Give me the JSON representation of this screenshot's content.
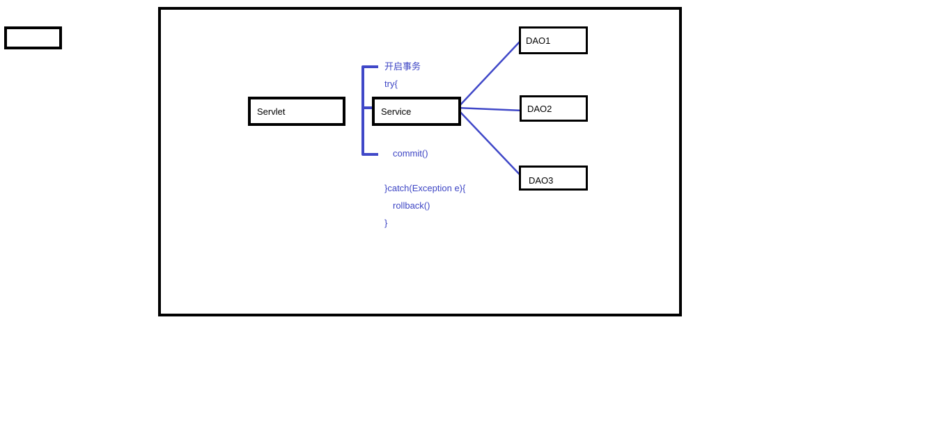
{
  "nodes": {
    "servlet": "Servlet",
    "service": "Service",
    "dao1": "DAO1",
    "dao2": "DAO2",
    "dao3": "DAO3"
  },
  "transaction_code": {
    "begin": "开启事务",
    "try": "try{",
    "commit": "commit()",
    "catch": "}catch(Exception e){",
    "rollback": "rollback()",
    "close": "}"
  },
  "colors": {
    "box_border": "#000000",
    "annotation": "#3c44c4",
    "connector": "#4048c8"
  }
}
